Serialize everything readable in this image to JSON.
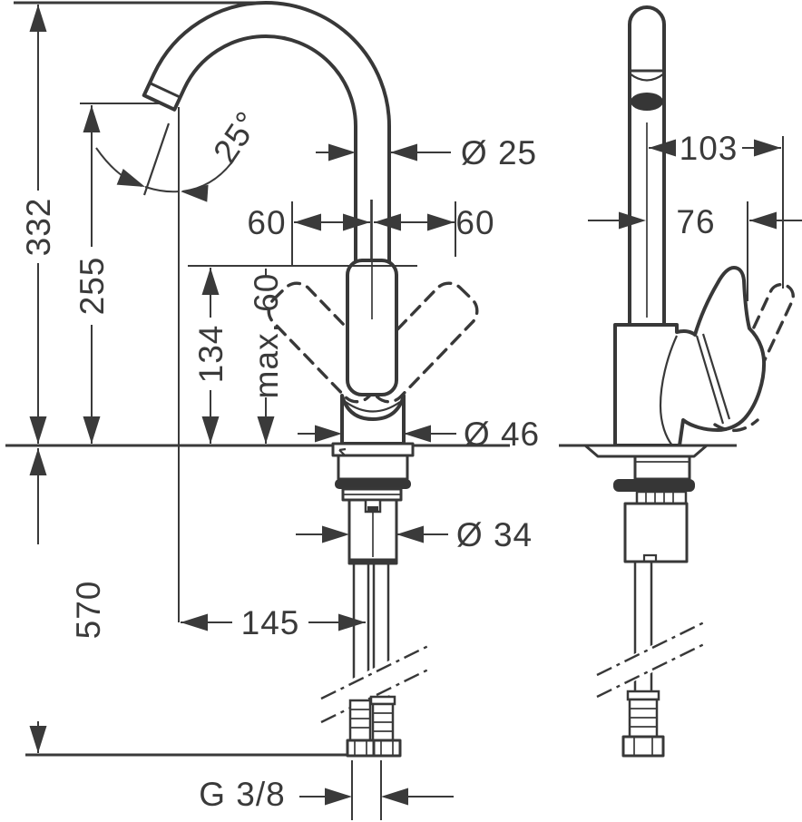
{
  "labels": {
    "total_height": "332",
    "spout_height": "255",
    "handle_height": "134",
    "handle_max_height": "max. 60",
    "below_counter_depth": "570",
    "swivel_left": "60",
    "swivel_right": "60",
    "spout_diameter": "Ø 25",
    "spout_angle": "25°",
    "body_diameter": "Ø 46",
    "shank_diameter": "Ø 34",
    "spout_reach": "145",
    "connection_thread": "G 3/8",
    "side_handle_reach": "103",
    "side_handle_depth": "76"
  },
  "colors": {
    "line": "#3a3a3a",
    "background": "#ffffff"
  }
}
